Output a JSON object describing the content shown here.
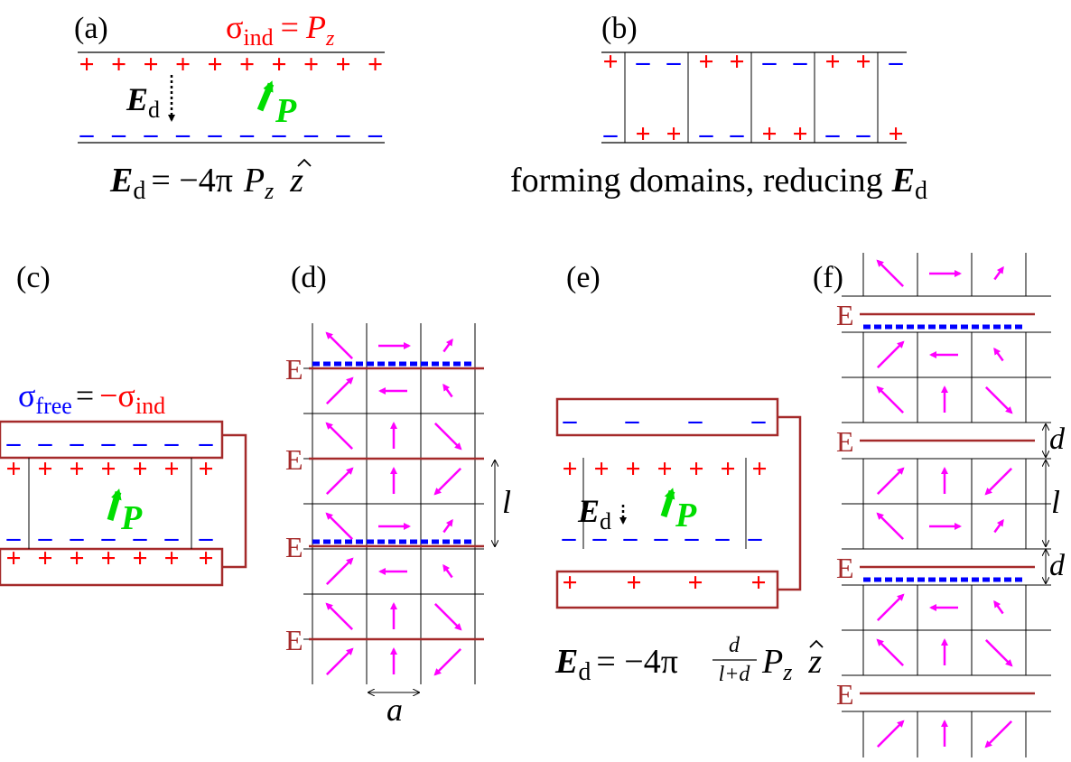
{
  "colors": {
    "plus": "#ff0000",
    "minus": "#0000ff",
    "electrode": "#a52a2a",
    "arrow": "#ff00ff",
    "polarization": "#00dd00",
    "field": "#000000"
  },
  "panels": {
    "a": {
      "label": "(a)",
      "sigma_sym": "σ",
      "sigma_sub": "ind",
      "sigma_eq": "=",
      "sigma_P": "P",
      "sigma_z": "z",
      "field_E": "E",
      "field_sub": "d",
      "pol": "P",
      "eq_E": "E",
      "eq_sub": "d",
      "eq_mid": "= −4π",
      "eq_P": "P",
      "eq_z": "z",
      "eq_zhat": "z"
    },
    "b": {
      "label": "(b)",
      "caption": "forming domains, reducing",
      "caption_E": "E",
      "caption_sub": "d"
    },
    "c": {
      "label": "(c)",
      "sigma_sym": "σ",
      "free_sub": "free",
      "eq": "=",
      "neg_sigma": "−σ",
      "ind_sub": "ind",
      "pol": "P"
    },
    "d": {
      "label": "(d)",
      "electrode_label": "E",
      "dim_l": "l",
      "dim_a": "a"
    },
    "e": {
      "label": "(e)",
      "field_E": "E",
      "field_sub": "d",
      "pol": "P",
      "eq_E": "E",
      "eq_sub": "d",
      "eq_mid": "= −4π",
      "frac_num": "d",
      "frac_den": "l+d",
      "eq_P": "P",
      "eq_z": "z",
      "eq_zhat": "z"
    },
    "f": {
      "label": "(f)",
      "electrode_label": "E",
      "dim_d": "d",
      "dim_l": "l"
    }
  },
  "charges": {
    "plus": "+",
    "minus": "–"
  },
  "domain_arrows": {
    "row_set": [
      [
        "nw",
        "e",
        "ne-small"
      ],
      [
        "ne",
        "w",
        "nw-small"
      ],
      [
        "nw",
        "n",
        "se"
      ],
      [
        "ne",
        "n",
        "sw"
      ]
    ]
  }
}
